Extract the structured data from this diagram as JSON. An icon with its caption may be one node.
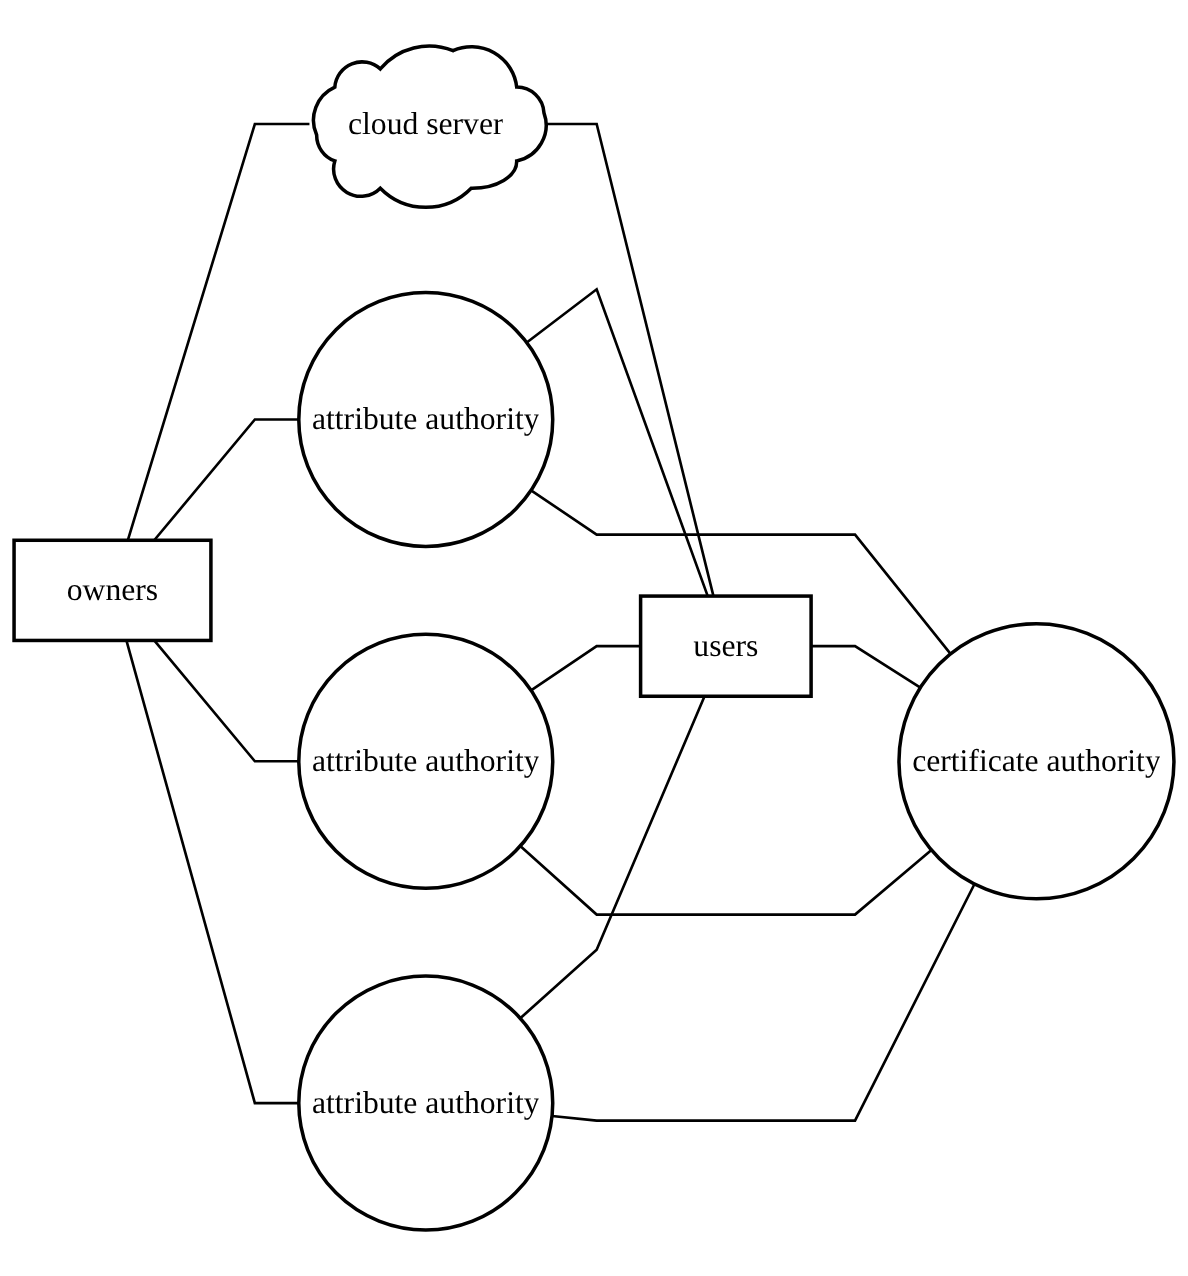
{
  "diagram": {
    "nodes": [
      {
        "text": [
          "cloud server"
        ]
      },
      {
        "text": [
          "owners"
        ]
      },
      {
        "text": [
          "attribute authority"
        ]
      },
      {
        "text": [
          "users"
        ]
      },
      {
        "text": [
          "attribute authority"
        ]
      },
      {
        "text": [
          "certificate authority"
        ]
      },
      {
        "text": [
          "attribute authority"
        ]
      }
    ],
    "edges": [
      {
        "from": 1,
        "to": 0,
        "arrow": "none"
      },
      {
        "from": 0,
        "to": 3,
        "arrow": "none"
      },
      {
        "from": 1,
        "to": 2,
        "arrow": "none"
      },
      {
        "from": 1,
        "to": 4,
        "arrow": "none"
      },
      {
        "from": 1,
        "to": 6,
        "arrow": "none"
      },
      {
        "from": 2,
        "to": 3,
        "arrow": "none"
      },
      {
        "from": 2,
        "to": 5,
        "arrow": "none"
      },
      {
        "from": 4,
        "to": 3,
        "arrow": "none"
      },
      {
        "from": 4,
        "to": 5,
        "arrow": "none"
      },
      {
        "from": 6,
        "to": 3,
        "arrow": "none"
      },
      {
        "from": 6,
        "to": 5,
        "arrow": "none"
      },
      {
        "from": 3,
        "to": 5,
        "arrow": "none"
      }
    ]
  }
}
